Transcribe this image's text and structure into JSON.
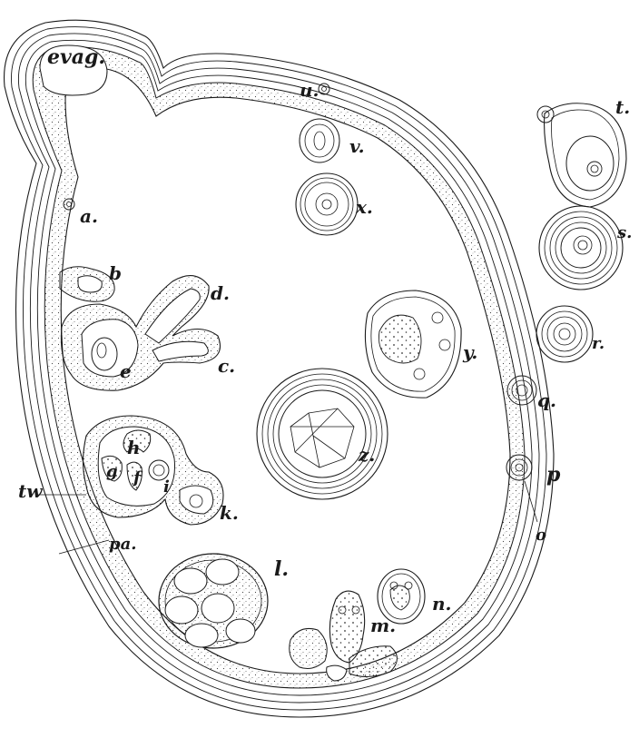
{
  "figure": {
    "labels": {
      "evag": "evag.",
      "u": "u.",
      "t": "t.",
      "v": "v.",
      "x": "x.",
      "s": "s.",
      "a": "a.",
      "b": "b",
      "d": "d.",
      "c": "c.",
      "e": "e",
      "r": "r.",
      "y": "y.",
      "q": "q.",
      "z": "z.",
      "h": "h",
      "g": "g",
      "f": "f",
      "i": "i",
      "k": "k.",
      "p": "p",
      "tw": "tw",
      "o": "o",
      "pa": "pa.",
      "l": "l.",
      "n": "n.",
      "m": "m."
    }
  }
}
